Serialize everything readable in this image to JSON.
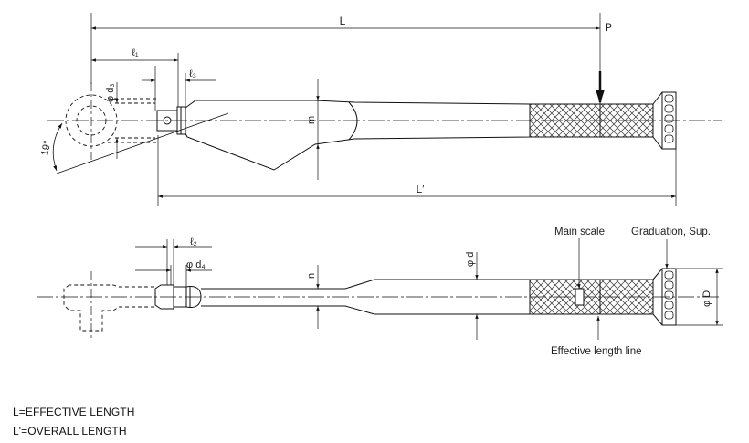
{
  "labels": {
    "L": "L",
    "L_prime": "L′",
    "P": "P",
    "l1": "ℓ₁",
    "l2": "ℓ₂",
    "l3": "ℓ₃",
    "d3": "φ d₃",
    "d4": "φ d₄",
    "d": "φ d",
    "D": "φ D",
    "m": "m",
    "n": "n",
    "angle": "19°",
    "main_scale": "Main scale",
    "graduation": "Graduation, Sup.",
    "effective_line": "Effective length line"
  },
  "legend": {
    "line1": "L=EFFECTIVE LENGTH",
    "line2": "L'=OVERALL LENGTH"
  }
}
